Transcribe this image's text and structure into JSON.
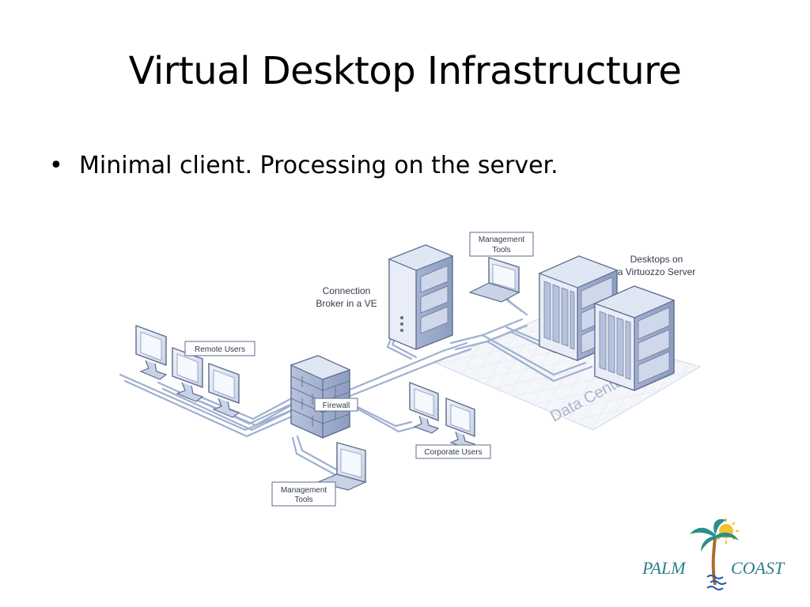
{
  "slide": {
    "title": "Virtual Desktop Infrastructure",
    "bullets": [
      {
        "marker": "•",
        "text": "Minimal client. Processing on the server."
      }
    ]
  },
  "diagram": {
    "labels": {
      "remote_users": "Remote Users",
      "management_tools_top_line1": "Management",
      "management_tools_top_line2": "Tools",
      "connection_broker_line1": "Connection",
      "connection_broker_line2": "Broker in a VE",
      "desktops_line1": "Desktops on",
      "desktops_line2": "a Virtuozzo Server",
      "firewall": "Firewall",
      "corporate_users": "Corporate Users",
      "management_tools_bottom_line1": "Management",
      "management_tools_bottom_line2": "Tools",
      "data_center": "Data Center"
    },
    "colors": {
      "device_fill": "#dfe6f4",
      "device_stroke": "#5d6b8c",
      "cable": "#9fb0d0",
      "platform": "#e6ebf5"
    }
  },
  "logo": {
    "text_left": "PALM",
    "text_right": "COAST",
    "colors": {
      "palm_leaves": "#2a8f8a",
      "trunk": "#b06a2a",
      "sun": "#f2c230",
      "water": "#1e5aa8"
    }
  }
}
